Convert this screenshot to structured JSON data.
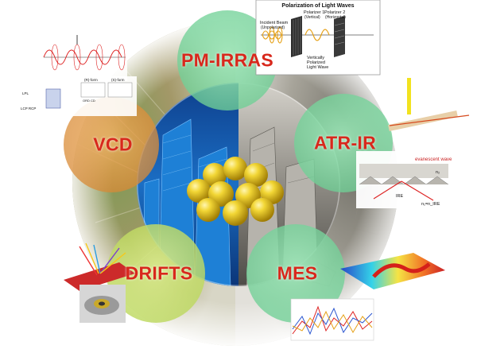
{
  "colors": {
    "label": "#d8281c",
    "bubble_green": "#8fdcaf",
    "bubble_orange": "#e8a04e",
    "bubble_yellowgreen": "#cfe57a",
    "nanoparticle": "#e8c81a"
  },
  "techniques": [
    {
      "id": "pm-irras",
      "label": "PM-IRRAS"
    },
    {
      "id": "vcd",
      "label": "VCD"
    },
    {
      "id": "atr-ir",
      "label": "ATR-IR"
    },
    {
      "id": "drifts",
      "label": "DRIFTS"
    },
    {
      "id": "mes",
      "label": "MES"
    }
  ],
  "polarization_inset": {
    "title": "Polarization of Light Waves",
    "polarizer1": "Polarizer 1",
    "polarizer1_sub": "(Vertical)",
    "polarizer2": "Polarizer 2",
    "polarizer2_sub": "(Horizontal)",
    "incident": "Incident Beam",
    "incident_sub": "(Unpolarized)",
    "vertical_wave_1": "Vertically",
    "vertical_wave_2": "Polarized",
    "vertical_wave_3": "Light Wave"
  },
  "atr_inset": {
    "evanescent": "evanescent wave",
    "ire": "IRE",
    "n2": "n₂",
    "n1": "n₁=n_IRE"
  },
  "vcd_inset": {
    "lpl": "LPL",
    "lcp_rcp": "LCP RCP",
    "form_a": "(R)-form",
    "form_b": "(S)-form",
    "orb_cd": "ORD CD"
  },
  "icons": [
    "nanoparticle-cluster-icon",
    "polarizer-icon",
    "spectrometer-icon"
  ]
}
